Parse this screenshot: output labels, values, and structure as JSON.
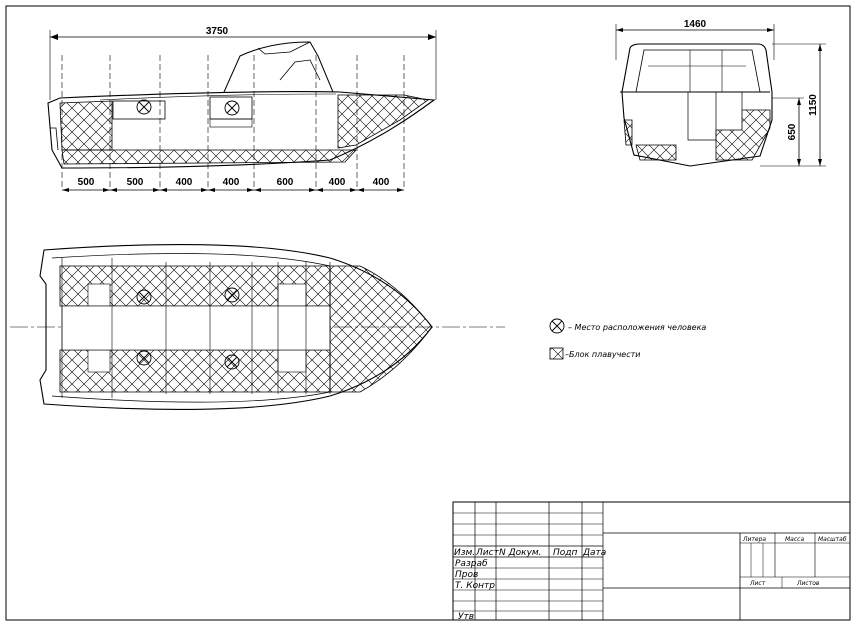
{
  "drawing": {
    "side_view": {
      "overall_length": "3750",
      "segments": [
        "500",
        "500",
        "400",
        "400",
        "600",
        "400",
        "400"
      ]
    },
    "front_view": {
      "width": "1460",
      "height_total": "1150",
      "height_hull": "650"
    },
    "legend": {
      "person_place": "– Место расположения человека",
      "flotation_block": "–Блок плавучести"
    }
  },
  "title_block": {
    "col_izm": "Изм.",
    "col_list": "Лист",
    "col_doc": "N Докум.",
    "col_sign": "Подп",
    "col_date": "Дата",
    "row_razrab": "Разраб",
    "row_prov": "Пров",
    "row_tkontr": "Т. Контр",
    "row_utv": "Утв",
    "litera": "Литера",
    "massa": "Масса",
    "masshtab": "Масштаб",
    "list": "Лист",
    "listov": "Листов"
  }
}
